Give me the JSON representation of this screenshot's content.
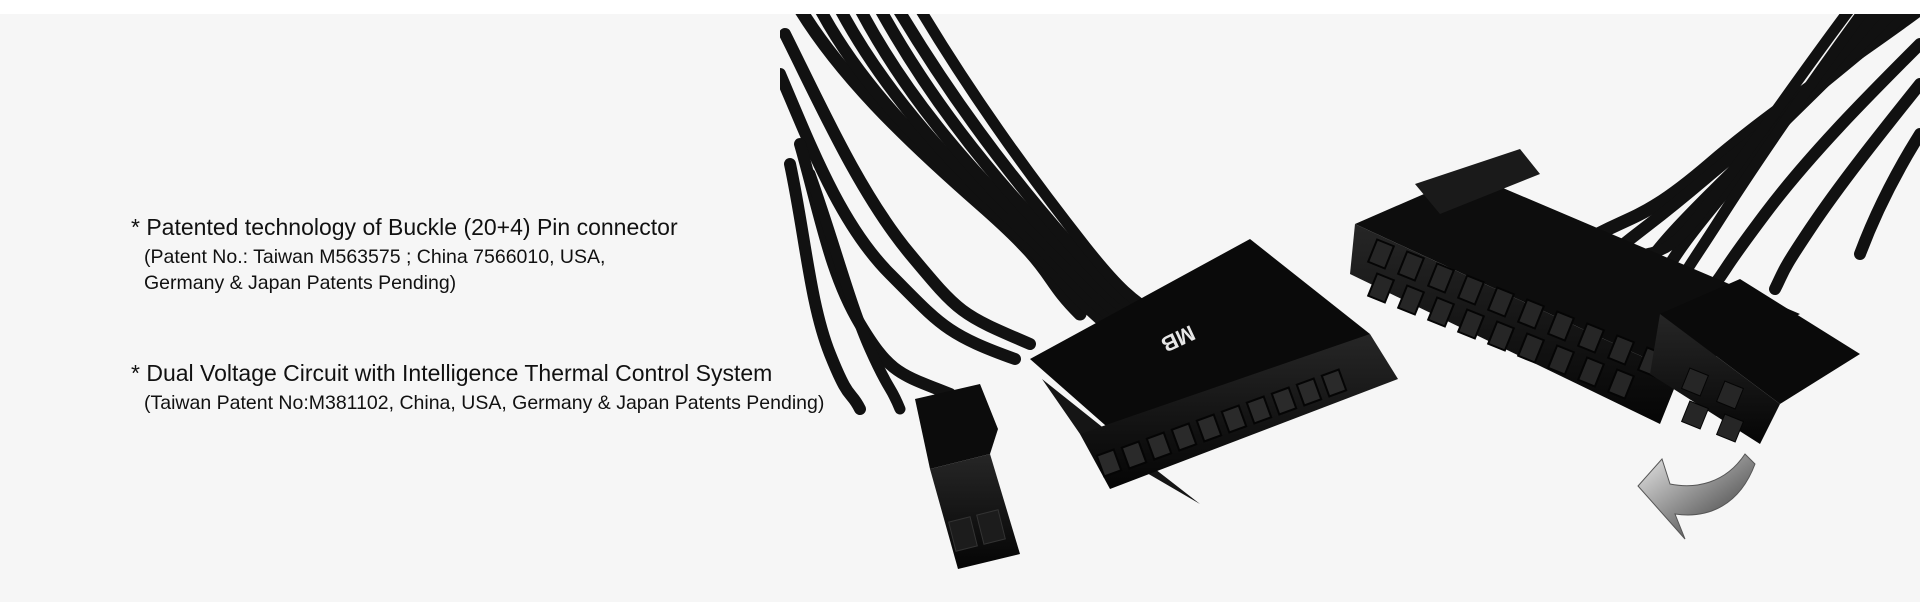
{
  "features": [
    {
      "title": "* Patented technology of Buckle (20+4) Pin connector",
      "note_line1": "(Patent No.: Taiwan M563575 ; China 7566010, USA,",
      "note_line2": "Germany & Japan Patents Pending)"
    },
    {
      "title": "* Dual Voltage Circuit with Intelligence Thermal Control System",
      "note_line1": "(Taiwan Patent No:M381102, China, USA, Germany & Japan Patents Pending)"
    }
  ],
  "connector_label": "MB",
  "colors": {
    "background": "#f6f6f6",
    "cable": "#111111",
    "connector": "#0c0c0c",
    "arrow": "#8a8a8a"
  },
  "icons": [
    "rotate-arrow-icon"
  ]
}
